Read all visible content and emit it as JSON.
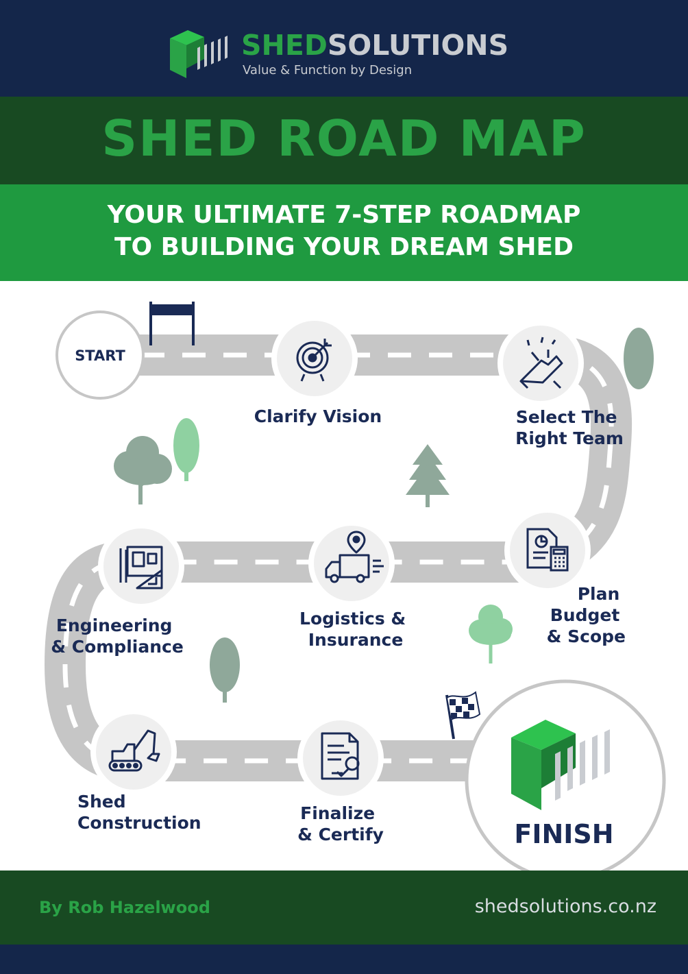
{
  "brand": {
    "name_part1": "SHED",
    "name_part2": "SOLUTIONS",
    "tagline": "Value & Function by Design",
    "green": "#2aa347",
    "grey": "#c9ccd1",
    "navy": "#14264a"
  },
  "title": "SHED ROAD MAP",
  "subtitle": {
    "line1": "YOUR ULTIMATE 7-STEP ROADMAP",
    "line2": "TO BUILDING YOUR DREAM SHED"
  },
  "road": {
    "start_label": "START",
    "finish_label": "FINISH"
  },
  "steps": [
    {
      "lines": [
        "Clarify Vision"
      ],
      "icon": "target-icon"
    },
    {
      "lines": [
        "Select The",
        "Right Team"
      ],
      "icon": "handshake-icon"
    },
    {
      "lines": [
        "Plan",
        "Budget",
        "& Scope"
      ],
      "icon": "budget-calculator-icon"
    },
    {
      "lines": [
        "Logistics &",
        "Insurance"
      ],
      "icon": "delivery-truck-icon"
    },
    {
      "lines": [
        "Engineering",
        "& Compliance"
      ],
      "icon": "blueprint-icon"
    },
    {
      "lines": [
        "Shed",
        "Construction"
      ],
      "icon": "excavator-icon"
    },
    {
      "lines": [
        "Finalize",
        "& Certify"
      ],
      "icon": "certificate-icon"
    }
  ],
  "footer": {
    "author": "By Rob Hazelwood",
    "url": "shedsolutions.co.nz"
  }
}
